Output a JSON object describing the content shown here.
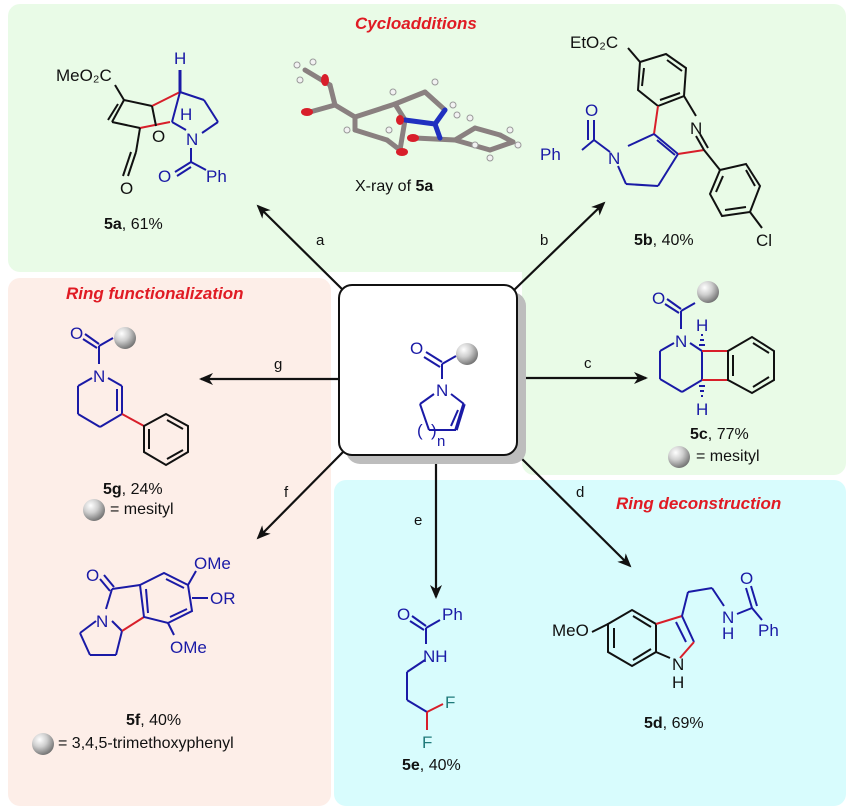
{
  "sections": {
    "cycloadditions": "Cycloadditions",
    "ring_functionalization": "Ring functionalization",
    "ring_deconstruction": "Ring deconstruction"
  },
  "colors": {
    "section_title": "#e01b24",
    "new_bond": "#d81e2a",
    "substrate_fragment": "#1a1aa6",
    "cycloadditions_bg": "#e9fbe7",
    "ring_functionalization_bg": "#fdeee8",
    "ring_deconstruction_bg": "#d8fcfd"
  },
  "center": {
    "substrate_label_ring_size": "n",
    "atom_o": "O",
    "atom_n": "N",
    "paren_open": "(",
    "paren_close": ")"
  },
  "arrows": [
    {
      "id": "a",
      "label": "a",
      "product": "5a"
    },
    {
      "id": "b",
      "label": "b",
      "product": "5b"
    },
    {
      "id": "c",
      "label": "c",
      "product": "5c"
    },
    {
      "id": "d",
      "label": "d",
      "product": "5d"
    },
    {
      "id": "e",
      "label": "e",
      "product": "5e"
    },
    {
      "id": "f",
      "label": "f",
      "product": "5f"
    },
    {
      "id": "g",
      "label": "g",
      "product": "5g"
    }
  ],
  "xray": {
    "prefix": "X-ray of ",
    "compound": "5a"
  },
  "products": {
    "5a": {
      "id": "5a",
      "yield": ", 61%",
      "atoms": {
        "ester": "MeO₂C",
        "h1": "H",
        "h2": "H",
        "o1": "O",
        "o2": "O",
        "n": "N",
        "o3": "O",
        "ph": "Ph"
      }
    },
    "5b": {
      "id": "5b",
      "yield": ", 40%",
      "atoms": {
        "ester": "EtO₂C",
        "n1": "N",
        "n2": "N",
        "o": "O",
        "ph": "Ph",
        "cl": "Cl"
      }
    },
    "5c": {
      "id": "5c",
      "yield": ", 77%",
      "legend": "= mesityl",
      "atoms": {
        "o": "O",
        "n": "N",
        "h1": "H",
        "h2": "H"
      }
    },
    "5d": {
      "id": "5d",
      "yield": ", 69%",
      "atoms": {
        "meo": "MeO",
        "n": "N",
        "h": "H",
        "n2": "N",
        "h2": "H",
        "o": "O",
        "ph": "Ph"
      }
    },
    "5e": {
      "id": "5e",
      "yield": ", 40%",
      "atoms": {
        "o": "O",
        "ph": "Ph",
        "nh": "NH",
        "f1": "F",
        "f2": "F"
      }
    },
    "5f": {
      "id": "5f",
      "yield": ", 40%",
      "legend": "= 3,4,5-trimethoxyphenyl",
      "atoms": {
        "o": "O",
        "n": "N",
        "ome1": "OMe",
        "or": "OR",
        "ome2": "OMe"
      }
    },
    "5g": {
      "id": "5g",
      "yield": ", 24%",
      "legend": "= mesityl",
      "atoms": {
        "o": "O",
        "n": "N"
      }
    }
  }
}
